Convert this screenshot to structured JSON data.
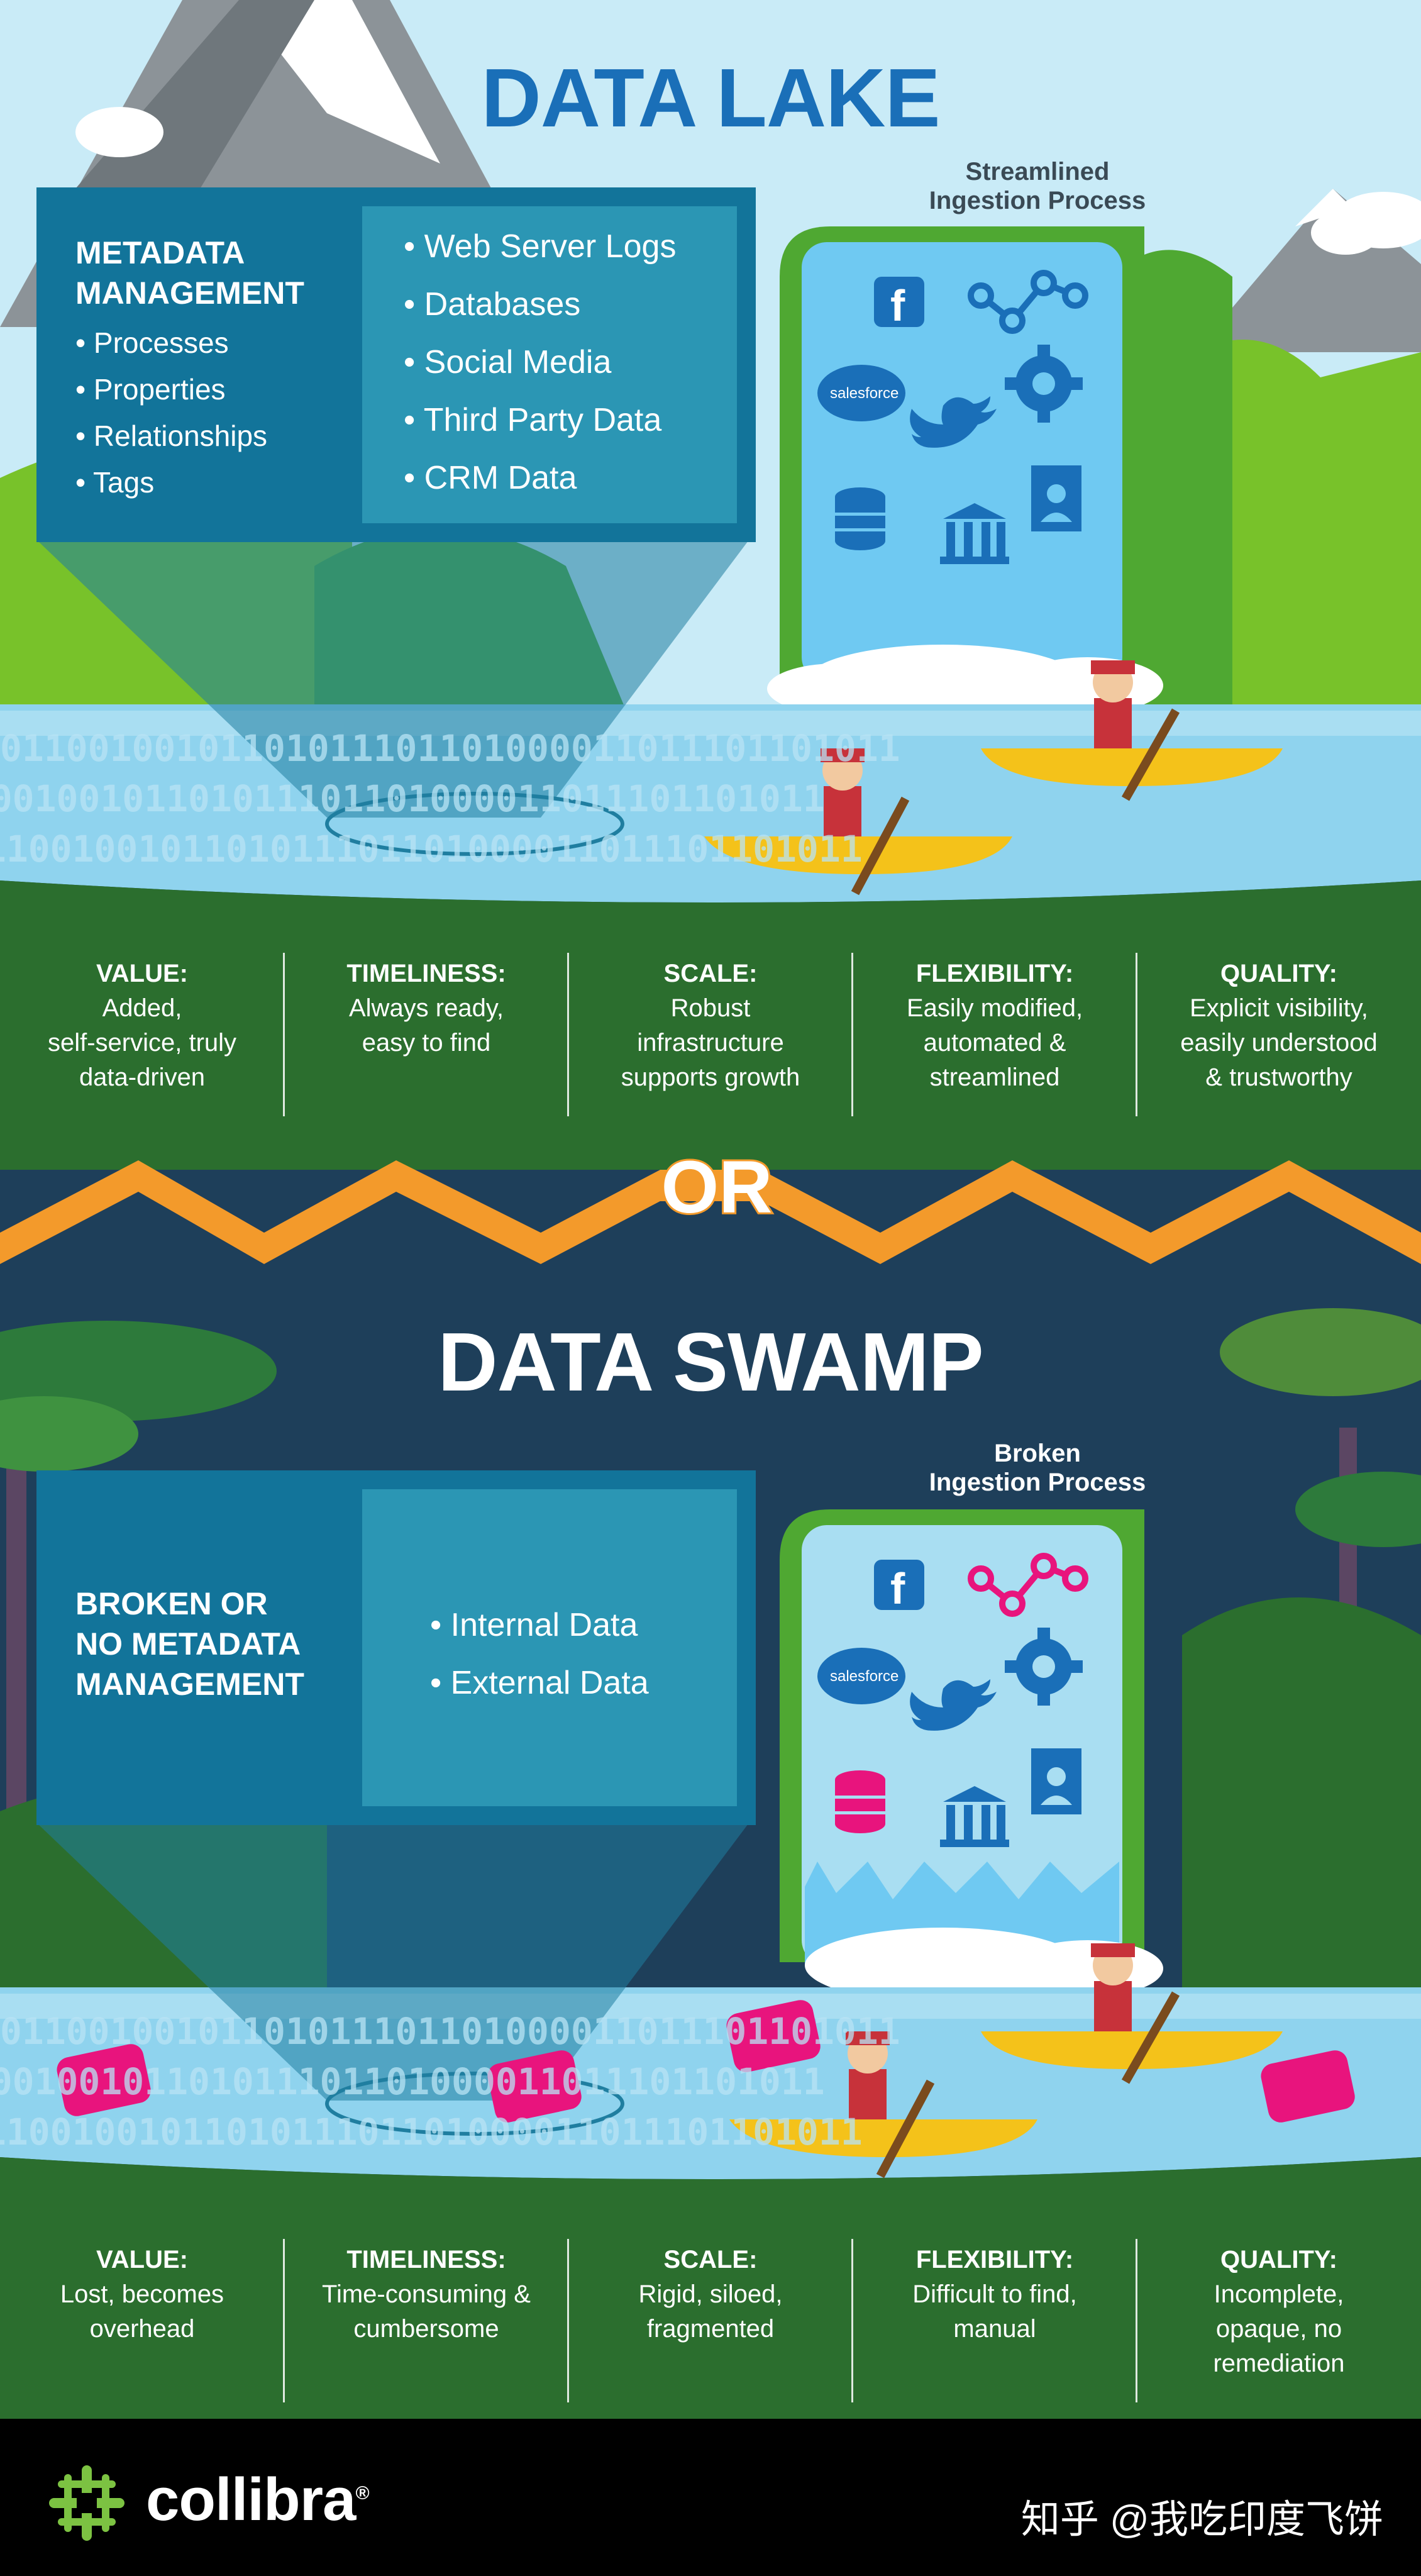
{
  "lake": {
    "title": "DATA LAKE",
    "caption_line1": "Streamlined",
    "caption_line2": "Ingestion Process",
    "meta_head_line1": "METADATA",
    "meta_head_line2": "MANAGEMENT",
    "meta_items": [
      "• Processes",
      "• Properties",
      "• Relationships",
      "• Tags"
    ],
    "sources": [
      "• Web Server Logs",
      "• Databases",
      "• Social Media",
      "• Third Party Data",
      "• CRM Data"
    ],
    "columns": [
      {
        "key": "VALUE:",
        "lines": [
          "Added,",
          "self-service, truly",
          "data-driven"
        ]
      },
      {
        "key": "TIMELINESS:",
        "lines": [
          "Always ready,",
          "easy to find"
        ]
      },
      {
        "key": "SCALE:",
        "lines": [
          "Robust",
          "infrastructure",
          "supports growth"
        ]
      },
      {
        "key": "FLEXIBILITY:",
        "lines": [
          "Easily modified,",
          "automated &",
          "streamlined"
        ]
      },
      {
        "key": "QUALITY:",
        "lines": [
          "Explicit visibility,",
          "easily understood",
          "& trustworthy"
        ]
      }
    ]
  },
  "separator": "OR",
  "swamp": {
    "title": "DATA SWAMP",
    "caption_line1": "Broken",
    "caption_line2": "Ingestion Process",
    "meta_head_line1": "BROKEN OR",
    "meta_head_line2": "NO METADATA",
    "meta_head_line3": "MANAGEMENT",
    "sources": [
      "• Internal Data",
      "• External Data"
    ],
    "columns": [
      {
        "key": "VALUE:",
        "lines": [
          "Lost, becomes",
          "overhead"
        ]
      },
      {
        "key": "TIMELINESS:",
        "lines": [
          "Time-consuming &",
          "cumbersome"
        ]
      },
      {
        "key": "SCALE:",
        "lines": [
          "Rigid, siloed,",
          "fragmented"
        ]
      },
      {
        "key": "FLEXIBILITY:",
        "lines": [
          "Difficult to find,",
          "manual"
        ]
      },
      {
        "key": "QUALITY:",
        "lines": [
          "Incomplete,",
          "opaque, no",
          "remediation"
        ]
      }
    ]
  },
  "icons": [
    "facebook-icon",
    "network-icon",
    "salesforce-icon",
    "gear-icon",
    "twitter-icon",
    "database-icon",
    "bank-icon",
    "profile-document-icon"
  ],
  "salesforce_label": "salesforce",
  "binary_row": "01100100101101011101101000011011101101011",
  "footer": {
    "brand": "collibra",
    "brand_mark": "®",
    "watermark": "知乎 @我吃印度飞饼"
  },
  "colors": {
    "lake_title": "#1a6fb8",
    "metadata_box": "#12749a",
    "grass": "#2b6e2e",
    "water": "#8fd3ee",
    "orange_zigzag": "#f39a2b",
    "swamp_sky": "#1e3f5a",
    "barrel_pink": "#e8147d"
  }
}
